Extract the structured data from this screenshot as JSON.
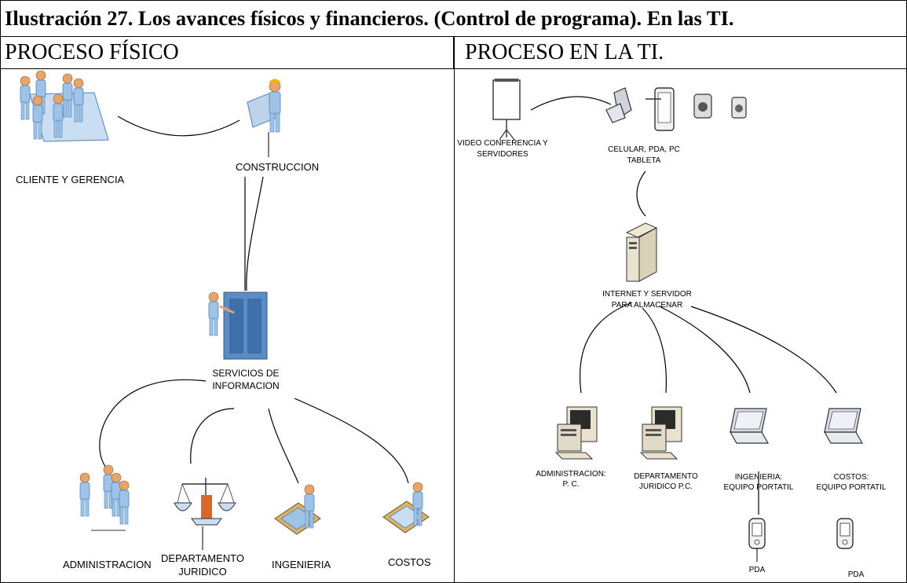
{
  "title": "Ilustración 27. Los avances físicos y financieros. (Control de programa). En las TI.",
  "left_panel": {
    "header": "PROCESO FÍSICO",
    "nodes": {
      "cliente": "CLIENTE Y GERENCIA",
      "construccion": "CONSTRUCCION",
      "servicios_1": "SERVICIOS DE",
      "servicios_2": "INFORMACION",
      "administracion": "ADMINISTRACION",
      "juridico_1": "DEPARTAMENTO",
      "juridico_2": "JURIDICO",
      "ingenieria": "INGENIERIA",
      "costos": "COSTOS"
    }
  },
  "right_panel": {
    "header": "PROCESO EN LA TI.",
    "nodes": {
      "video_1": "VIDEO CONFERENCIA Y",
      "video_2": "SERVIDORES",
      "celular_1": "CELULAR, PDA, PC",
      "celular_2": "TABLETA",
      "internet_1": "INTERNET Y SERVIDOR",
      "internet_2": "PARA ALMACENAR",
      "admin_1": "ADMINISTRACION:",
      "admin_2": "P. C.",
      "jur_1": "DEPARTAMENTO",
      "jur_2": "JURIDICO P.C.",
      "ing_1": "INGENIERIA:",
      "ing_2": "EQUIPO PORTATIL",
      "cos_1": "COSTOS:",
      "cos_2": "EQUIPO PORTATIL",
      "pda_1": "PDA",
      "pda_2": "PDA"
    }
  },
  "icons": {
    "meeting": "meeting-people-icon",
    "worker": "construction-worker-icon",
    "presenter": "server-presenter-icon",
    "group": "people-group-icon",
    "scales": "justice-scales-icon",
    "engineer": "engineer-blueprint-icon",
    "projector": "projector-screen-icon",
    "phone": "mobile-phone-icon",
    "pda": "pda-icon",
    "camera": "video-camera-icon",
    "server": "tower-server-icon",
    "pc": "desktop-pc-icon",
    "laptop": "laptop-icon"
  },
  "colors": {
    "figure": "#9ec3e6",
    "figure_dark": "#4f81bd",
    "skin": "#e9a46a",
    "wood": "#d9b36b",
    "beige": "#e8e2cf"
  }
}
